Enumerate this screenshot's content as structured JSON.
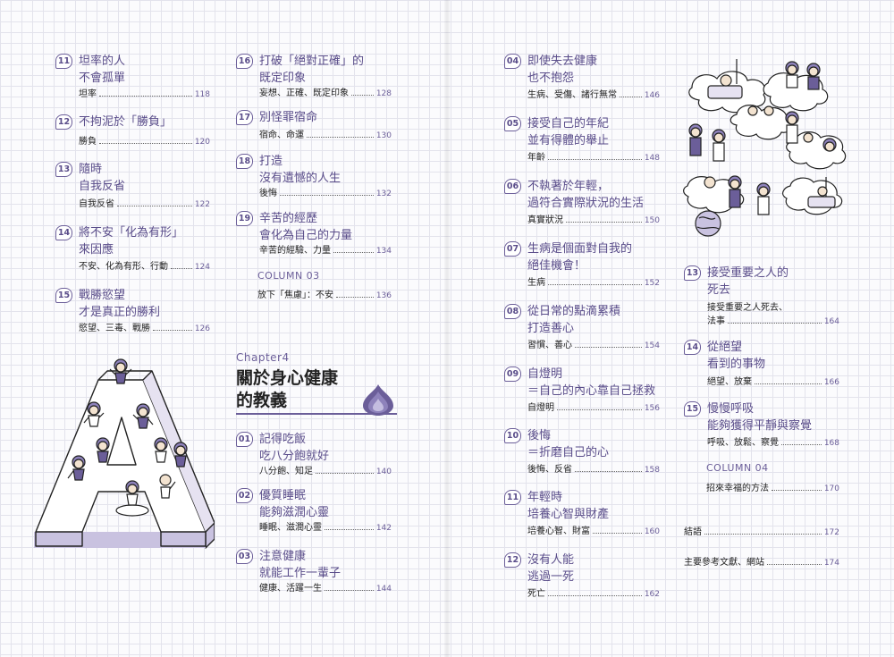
{
  "entries": [
    {
      "num": "11",
      "title": [
        "坦率的人",
        "不會孤單"
      ],
      "kw": "坦率",
      "page": "118"
    },
    {
      "num": "12",
      "title": [
        "不拘泥於「勝負」"
      ],
      "kw": "勝負",
      "page": "120"
    },
    {
      "num": "13",
      "title": [
        "隨時",
        "自我反省"
      ],
      "kw": "自我反省",
      "page": "122"
    },
    {
      "num": "14",
      "title": [
        "將不安「化為有形」",
        "來因應"
      ],
      "kw": "不安、化為有形、行動",
      "page": "124"
    },
    {
      "num": "15",
      "title": [
        "戰勝慾望",
        "才是真正的勝利"
      ],
      "kw": "慾望、三毒、戰勝",
      "page": "126"
    },
    {
      "num": "16",
      "title": [
        "打破「絕對正確」的",
        "既定印象"
      ],
      "kw": "妄想、正確、既定印象",
      "page": "128"
    },
    {
      "num": "17",
      "title": [
        "別怪罪宿命"
      ],
      "kw": "宿命、命運",
      "page": "130"
    },
    {
      "num": "18",
      "title": [
        "打造",
        "沒有遺憾的人生"
      ],
      "kw": "後悔",
      "page": "132"
    },
    {
      "num": "19",
      "title": [
        "辛苦的經歷",
        "會化為自己的力量"
      ],
      "kw": "辛苦的經驗、力量",
      "page": "134"
    },
    {
      "num": "01",
      "title": [
        "記得吃飯",
        "吃八分飽就好"
      ],
      "kw": "八分飽、知足",
      "page": "140"
    },
    {
      "num": "02",
      "title": [
        "優質睡眠",
        "能夠滋潤心靈"
      ],
      "kw": "睡眠、滋潤心靈",
      "page": "142"
    },
    {
      "num": "03",
      "title": [
        "注意健康",
        "就能工作一輩子"
      ],
      "kw": "健康、活躍一生",
      "page": "144"
    },
    {
      "num": "04",
      "title": [
        "即使失去健康",
        "也不抱怨"
      ],
      "kw": "生病、受傷、諸行無常",
      "page": "146"
    },
    {
      "num": "05",
      "title": [
        "接受自己的年紀",
        "並有得體的舉止"
      ],
      "kw": "年齡",
      "page": "148"
    },
    {
      "num": "06",
      "title": [
        "不執著於年輕，",
        "過符合實際狀況的生活"
      ],
      "kw": "真實狀況",
      "page": "150"
    },
    {
      "num": "07",
      "title": [
        "生病是個面對自我的",
        "絕佳機會！"
      ],
      "kw": "生病",
      "page": "152"
    },
    {
      "num": "08",
      "title": [
        "從日常的點滴累積",
        "打造善心"
      ],
      "kw": "習慣、善心",
      "page": "154"
    },
    {
      "num": "09",
      "title": [
        "自燈明",
        "＝自己的內心靠自己拯救"
      ],
      "kw": "自燈明",
      "page": "156"
    },
    {
      "num": "10",
      "title": [
        "後悔",
        "＝折磨自己的心"
      ],
      "kw": "後悔、反省",
      "page": "158"
    },
    {
      "num": "11",
      "title": [
        "年輕時",
        "培養心智與財產"
      ],
      "kw": "培養心智、財富",
      "page": "160"
    },
    {
      "num": "12",
      "title": [
        "沒有人能",
        "逃過一死"
      ],
      "kw": "死亡",
      "page": "162"
    },
    {
      "num": "13",
      "title": [
        "接受重要之人的",
        "死去"
      ],
      "kw": "接受重要之人死去、",
      "kw2": "法事",
      "page": "164"
    },
    {
      "num": "14",
      "title": [
        "從絕望",
        "看到的事物"
      ],
      "kw": "絕望、放棄",
      "page": "166"
    },
    {
      "num": "15",
      "title": [
        "慢慢呼吸",
        "能夠獲得平靜與察覺"
      ],
      "kw": "呼吸、放鬆、察覺",
      "page": "168"
    }
  ],
  "column03": {
    "label": "COLUMN 03",
    "title": "放下「焦慮」：不安",
    "page": "136"
  },
  "column04": {
    "label": "COLUMN 04",
    "title": "招來幸福的方法",
    "page": "170"
  },
  "chapter": {
    "small": "Chapter4",
    "line1": "關於身心健康",
    "line2": "的教義"
  },
  "illustration_letter": "A",
  "closing": [
    {
      "title": "結語",
      "page": "172"
    },
    {
      "title": "主要參考文獻、網站",
      "page": "174"
    }
  ],
  "colors": {
    "accent": "#5a4d8a",
    "grid": "#e3e3ec",
    "badge_border": "#6b5e99"
  }
}
